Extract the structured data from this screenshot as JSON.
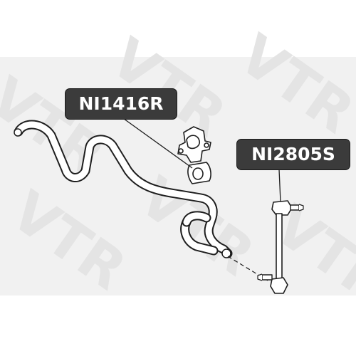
{
  "callouts": {
    "left": {
      "label": "NI1416R"
    },
    "right": {
      "label": "NI2805S"
    }
  },
  "watermark": {
    "text": "VTR"
  },
  "colors": {
    "callout_bg": "#3b3b3b",
    "callout_text": "#ffffff",
    "line": "#1e1e1e",
    "band": "#f1f1f1",
    "watermark": "#e4e4e4"
  }
}
